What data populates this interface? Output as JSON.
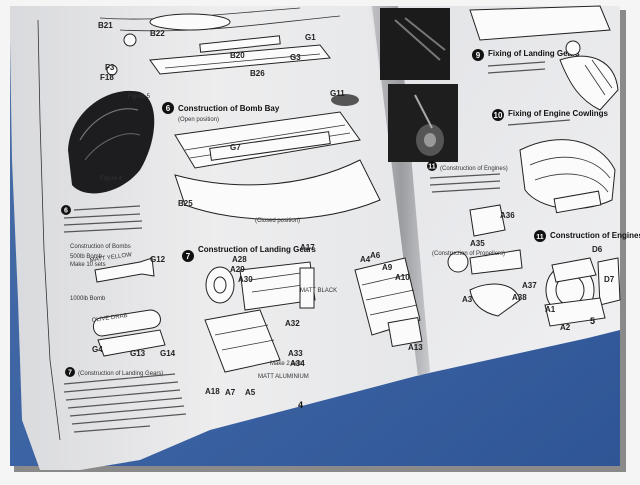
{
  "left_page": {
    "page_number": "4",
    "step6": {
      "number": "6",
      "title": "Construction of Bomb Bay",
      "subtitle": "(Open position)",
      "closed_label": "(Closed position)",
      "bombs_label": "Construction of Bombs",
      "bomb_500_label": "500lb Bomb",
      "make_label": "Make 10 sets",
      "bomb_1000_label": "1000lb Bomb"
    },
    "step7": {
      "number": "7",
      "title": "Construction of Landing Gears",
      "make_label": "Make 2 sets",
      "paragraph_title": "(Construction of Landing Gears)"
    },
    "notes": {
      "matt_black": "MATT BLACK",
      "matt_aluminium": "MATT ALUMINIUM",
      "matt_yellow": "MATT YELLOW",
      "olive_drab": "OLIVE DRAB"
    },
    "figure_label": "Figure 4",
    "figure_label2": "Figure 5",
    "part_codes": [
      "B21",
      "B22",
      "F3",
      "F18",
      "B20",
      "B26",
      "B25",
      "G11",
      "G1",
      "G3",
      "G4",
      "G7",
      "G12",
      "G13",
      "G14",
      "A17",
      "A18",
      "A7",
      "A5",
      "A28",
      "A29",
      "A30",
      "A32",
      "A33",
      "A34",
      "A4",
      "A6",
      "A9",
      "A10",
      "A13"
    ]
  },
  "right_page": {
    "page_number": "5",
    "step9": {
      "number": "9",
      "title": "Fixing of Landing Gears"
    },
    "step10": {
      "number": "10",
      "title": "Fixing of Engine Cowlings"
    },
    "step11": {
      "number": "11",
      "title": "Construction of Engines"
    },
    "sub_labels": {
      "for_right": "(Construction of Engines)",
      "propeller": "(Construction of Propellers)"
    },
    "part_codes": [
      "A36",
      "A35",
      "A3",
      "A37",
      "A38",
      "A1",
      "A2",
      "D6",
      "D7"
    ]
  }
}
